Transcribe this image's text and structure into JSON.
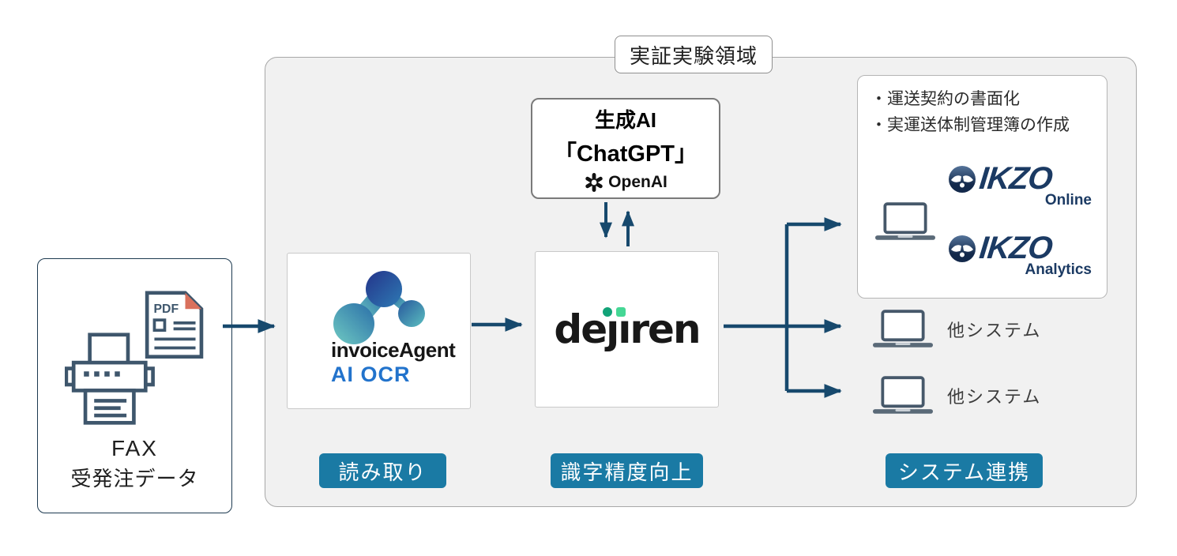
{
  "region": {
    "label": "実証実験領域"
  },
  "fax": {
    "pdf_label": "PDF",
    "title": "FAX",
    "subtitle": "受発注データ"
  },
  "chatgpt": {
    "title_line1": "生成AI",
    "title_line2": "「ChatGPT」",
    "openai_label": "OpenAI"
  },
  "invoice_agent": {
    "brand": "invoiceAgent",
    "product": "AI OCR"
  },
  "dejiren": {
    "brand": "dejiren",
    "wordmark_display": "deȷıren"
  },
  "ikzo": {
    "bullets": [
      "・運送契約の書面化",
      "・実運送体制管理簿の作成"
    ],
    "online": {
      "brand": "IKZO",
      "suffix": "Online"
    },
    "analytics": {
      "brand": "IKZO",
      "suffix": "Analytics"
    }
  },
  "other_systems": {
    "label1": "他システム",
    "label2": "他システム"
  },
  "badges": {
    "read": "読み取り",
    "accuracy": "識字精度向上",
    "integration": "システム連携"
  },
  "colors": {
    "arrow": "#17496d",
    "badge_bg": "#1a7aa4",
    "ikzo_navy": "#1b3a63",
    "fax_icon": "#3e566c",
    "pdf_fold": "#d9705c",
    "dejiren_dot_circle": "#12a378",
    "dejiren_dot_square": "#45d795",
    "invoice_ai_ocr_blue": "#2273cc",
    "region_bg": "#f1f1f1"
  }
}
